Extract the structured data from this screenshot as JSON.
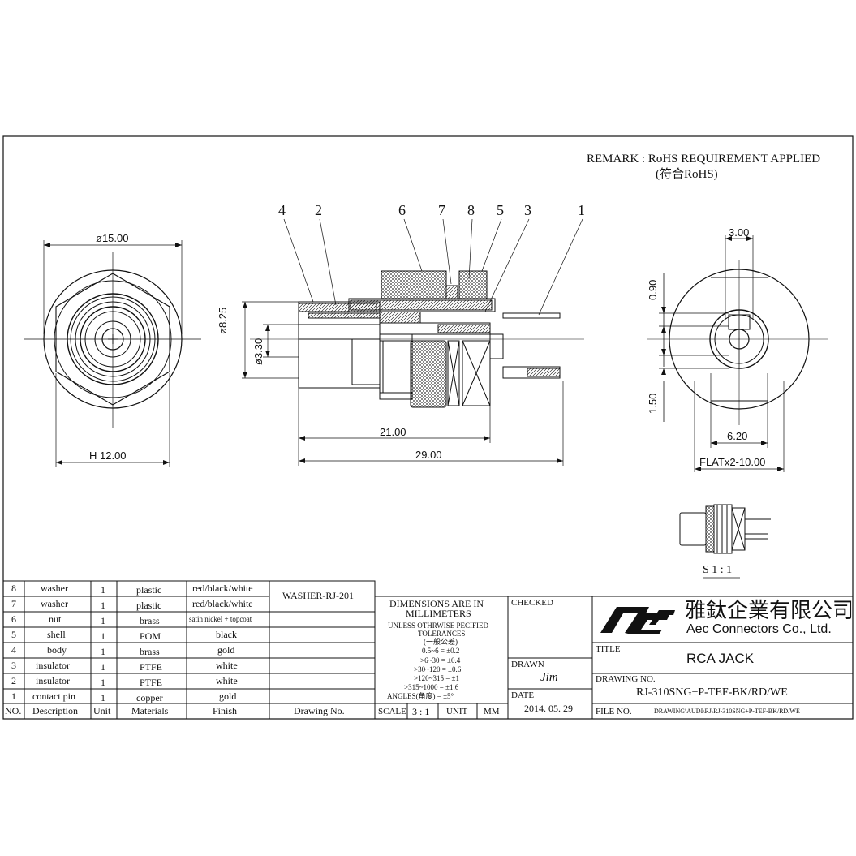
{
  "remark": {
    "line1": "REMARK : RoHS REQUIREMENT APPLIED",
    "line2": "(符合RoHS)"
  },
  "callouts": [
    "4",
    "2",
    "6",
    "7",
    "8",
    "5",
    "3",
    "1"
  ],
  "dims": {
    "front_dia": "ø15.00",
    "front_hex": "H 12.00",
    "side_d1": "ø8.25",
    "side_d2": "ø3.30",
    "side_len1": "21.00",
    "side_len2": "29.00",
    "rear_top": "3.00",
    "rear_090": "0.90",
    "rear_150": "1.50",
    "rear_620": "6.20",
    "rear_flat": "FLATx2-10.00"
  },
  "scale_note": "S 1 : 1",
  "bom": {
    "header": {
      "no": "NO.",
      "desc": "Description",
      "unit": "Unit",
      "mat": "Materials",
      "finish": "Finish",
      "dwg": "Drawing No."
    },
    "rows": [
      {
        "no": "8",
        "desc": "washer",
        "unit": "1",
        "mat": "plastic",
        "finish": "red/black/white"
      },
      {
        "no": "7",
        "desc": "washer",
        "unit": "1",
        "mat": "plastic",
        "finish": "red/black/white"
      },
      {
        "no": "6",
        "desc": "nut",
        "unit": "1",
        "mat": "brass",
        "finish": "satin nickel + topcoat"
      },
      {
        "no": "5",
        "desc": "shell",
        "unit": "1",
        "mat": "POM",
        "finish": "black"
      },
      {
        "no": "4",
        "desc": "body",
        "unit": "1",
        "mat": "brass",
        "finish": "gold"
      },
      {
        "no": "3",
        "desc": "insulator",
        "unit": "1",
        "mat": "PTFE",
        "finish": "white"
      },
      {
        "no": "2",
        "desc": "insulator",
        "unit": "1",
        "mat": "PTFE",
        "finish": "white"
      },
      {
        "no": "1",
        "desc": "contact pin",
        "unit": "1",
        "mat": "copper",
        "finish": "gold"
      }
    ],
    "washer_dwg": "WASHER-RJ-201"
  },
  "tolerance": {
    "title1": "DIMENSIONS ARE IN",
    "title2": "MILLIMETERS",
    "l1": "UNLESS OTHRWISE PECIFIED",
    "l2": "TOLERANCES",
    "l3": "(一般公差)",
    "l4": "0.5~6 = ±0.2",
    "l5": ">6~30 = ±0.4",
    "l6": ">30~120 = ±0.6",
    "l7": ">120~315 = ±1",
    "l8": ">315~1000 = ±1.6",
    "l9": "ANGLES(角度) = ±5°",
    "scale_label": "SCALE",
    "scale_value": "3 : 1",
    "unit_label": "UNIT",
    "unit_value": "MM"
  },
  "approval": {
    "checked": "CHECKED",
    "drawn": "DRAWN",
    "drawn_by": "Jim",
    "date_label": "DATE",
    "date": "2014. 05. 29"
  },
  "company": {
    "name_zh": "雅鈦企業有限公司",
    "name_en": "Aec Connectors Co., Ltd."
  },
  "titleblock": {
    "title_label": "TITLE",
    "title": "RCA JACK",
    "drawing_no_label": "DRAWING NO.",
    "drawing_no": "RJ-310SNG+P-TEF-BK/RD/WE",
    "file_no_label": "FILE NO.",
    "file_no": "DRAWING\\AUDI\\RJ\\RJ-310SNG+P-TEF-BK/RD/WE"
  }
}
